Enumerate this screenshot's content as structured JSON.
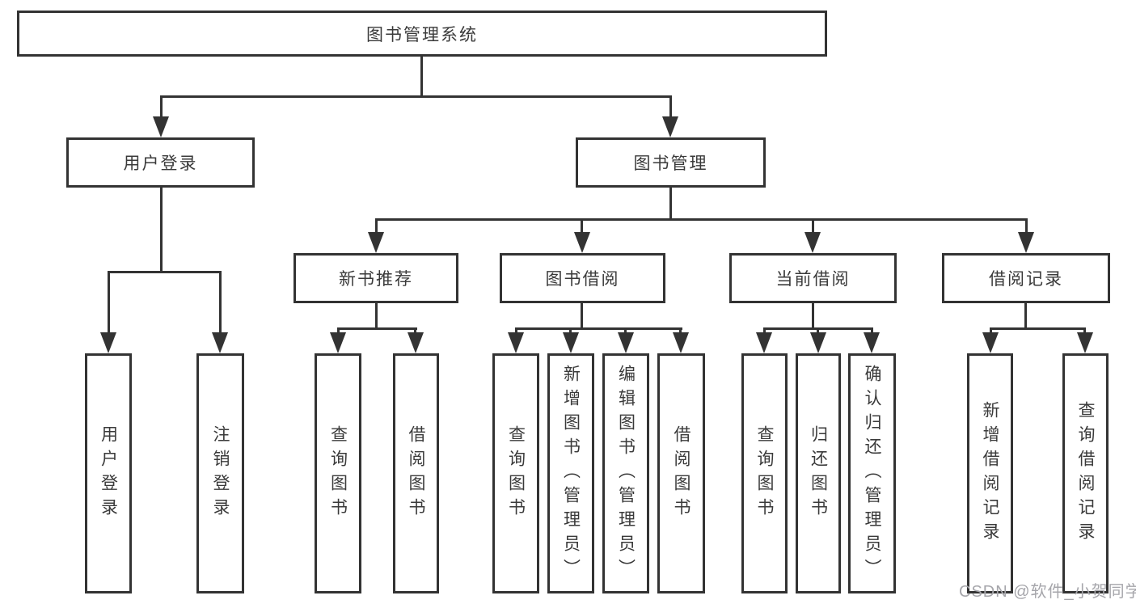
{
  "diagram_title": "图书管理系统",
  "tree": {
    "label": "图书管理系统",
    "children": [
      {
        "label": "用户登录",
        "children": [
          {
            "label": "用户登录"
          },
          {
            "label": "注销登录"
          }
        ]
      },
      {
        "label": "图书管理",
        "children": [
          {
            "label": "新书推荐",
            "children": [
              {
                "label": "查询图书"
              },
              {
                "label": "借阅图书"
              }
            ]
          },
          {
            "label": "图书借阅",
            "children": [
              {
                "label": "查询图书"
              },
              {
                "label": "新增图书（管理员）"
              },
              {
                "label": "编辑图书（管理员）"
              },
              {
                "label": "借阅图书"
              }
            ]
          },
          {
            "label": "当前借阅",
            "children": [
              {
                "label": "查询图书"
              },
              {
                "label": "归还图书"
              },
              {
                "label": "确认归还（管理员）"
              }
            ]
          },
          {
            "label": "借阅记录",
            "children": [
              {
                "label": "新增借阅记录"
              },
              {
                "label": "查询借阅记录"
              }
            ]
          }
        ]
      }
    ]
  },
  "watermark": {
    "text": "CSDN @软件_小贺同学"
  },
  "colors": {
    "line": "#333333",
    "text": "#3a3a3a",
    "box_fill": "#ffffff",
    "background": "#ffffff",
    "watermark": "#a6a6ab"
  }
}
